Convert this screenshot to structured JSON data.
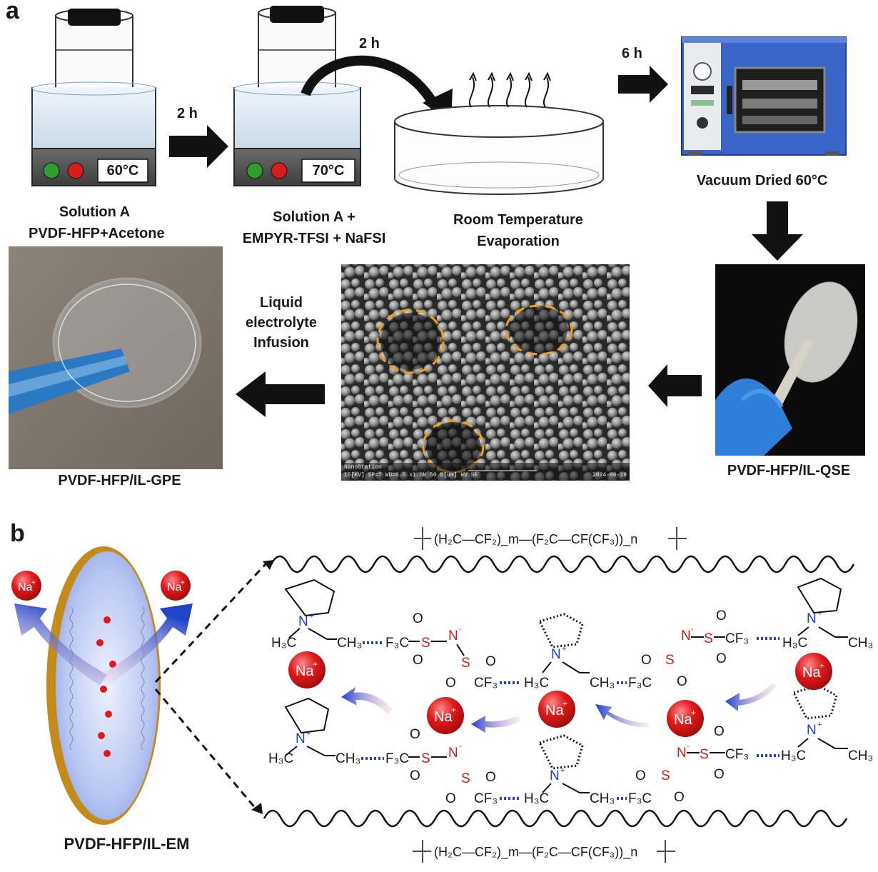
{
  "panel_a": {
    "label": "a",
    "solution_a": {
      "temp": "60°C",
      "caption_1": "Solution A",
      "caption_2": "PVDF-HFP+Acetone"
    },
    "arrow_1_time": "2 h",
    "solution_b": {
      "temp": "70°C",
      "caption_1": "Solution A +",
      "caption_2": "EMPYR-TFSI + NaFSI"
    },
    "arrow_2_time": "2 h",
    "evaporation": {
      "caption_1": "Room Temperature",
      "caption_2": "Evaporation"
    },
    "arrow_3_time": "6 h",
    "oven": {
      "caption": "Vacuum Dried 60°C"
    },
    "qse": {
      "caption": "PVDF-HFP/IL-QSE"
    },
    "sem": {
      "brand": "NanoStation",
      "info": "15[KV]  SP=7   WD=6.5   x1.0k   50.0[um]  HV           SE",
      "date": "2024-06-19"
    },
    "infusion": {
      "line_1": "Liquid",
      "line_2": "electrolyte",
      "line_3": "Infusion"
    },
    "gpe": {
      "caption": "PVDF-HFP/IL-GPE"
    }
  },
  "panel_b": {
    "label": "b",
    "membrane_caption": "PVDF-HFP/IL-EM",
    "na_ion": "Na",
    "polymer_top": "(H₂C—CF₂)_m—(F₂C—CF(CF₃))_n",
    "polymer_bottom": "(H₂C—CF₂)_m—(F₂C—CF(CF₃))_n",
    "chem": {
      "h3c": "H₃C",
      "ch3": "CH₃",
      "f3c": "F₃C",
      "cf3": "CF₃",
      "s": "S",
      "n": "N",
      "n_plus": "N",
      "o": "O",
      "o_minus": "O"
    }
  },
  "colors": {
    "arrow_black": "#111111",
    "na_red": "#e01919",
    "dashed_circle": "#f0a020",
    "glove_blue": "#2f7fd8",
    "oven_blue": "#2f5fc7",
    "membrane_gold": "#c48a1a",
    "dots_blue": "#1f3fd1"
  }
}
